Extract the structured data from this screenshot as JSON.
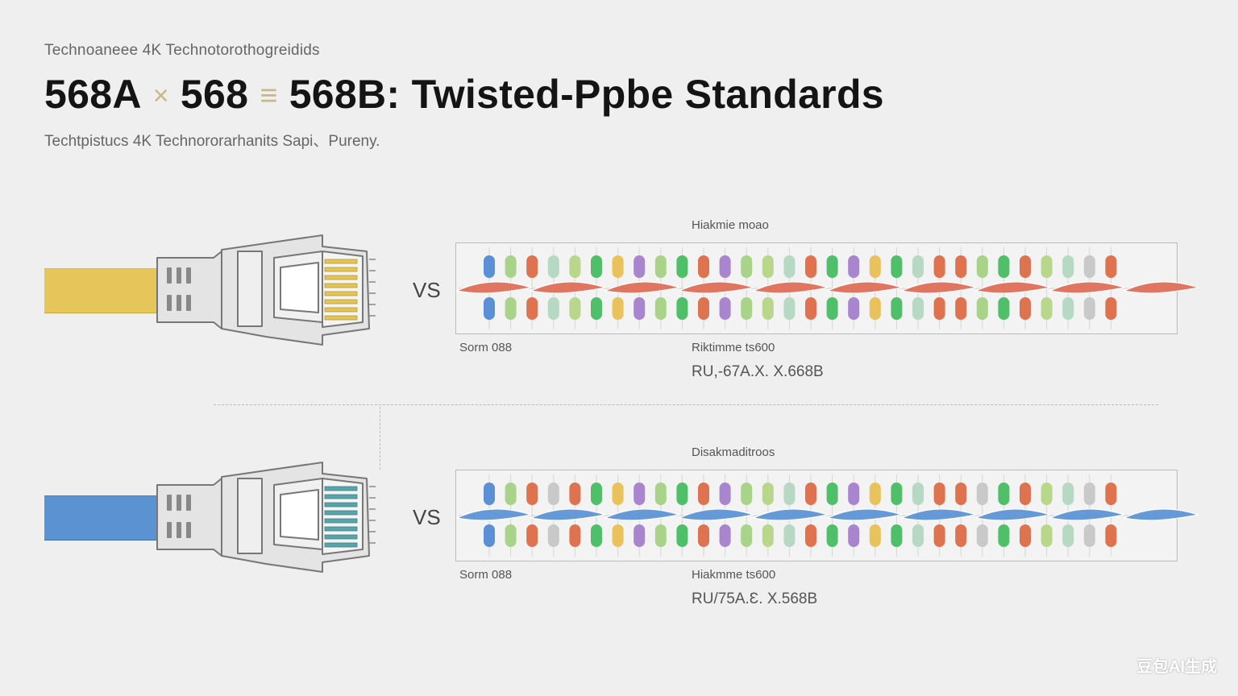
{
  "header": {
    "kicker": "Technoaneee  4K  Technotorothogreidids",
    "title_a": "568A",
    "title_sym_x": "×",
    "title_b": "568",
    "title_sym_eq": "≡",
    "title_c": "568B: Twisted-Ppbe  Standards",
    "subtitle": "Techtpistucs  4K  Technororarhanits  Sapi、Pureny."
  },
  "top": {
    "vs_label": "VS",
    "panel_head": "Hiakmie moao",
    "foot_left": "Sorm 088",
    "foot_right": "Riktimme ts600",
    "code": "RU,-67A.X. X.668B"
  },
  "bottom": {
    "vs_label": "VS",
    "panel_head": "Disakmaditroos",
    "foot_left": "Sorm 088",
    "foot_right": "Hiakmme ts600",
    "code": "RU/75A.Ɛ. X.568B"
  },
  "colors": {
    "cable_top": "#e6c65a",
    "cable_bottom": "#5b93d2",
    "stripe_top": "#e0705a",
    "stripe_bottom": "#5f95d6",
    "connector_stroke": "#777777",
    "connector_fill": "#e4e4e4",
    "panel_border": "#bbbbbb",
    "pin_palette": [
      "#5b8fd6",
      "#a8d388",
      "#e0734f",
      "#b7d9c4",
      "#b8d78a",
      "#4fbf6a",
      "#e9c15d",
      "#a985cf",
      "#c9c9c9"
    ]
  },
  "icons": {
    "top_connector": "rj45-connector-icon",
    "bottom_connector": "rj45-connector-icon"
  },
  "watermark": "豆包AI生成"
}
